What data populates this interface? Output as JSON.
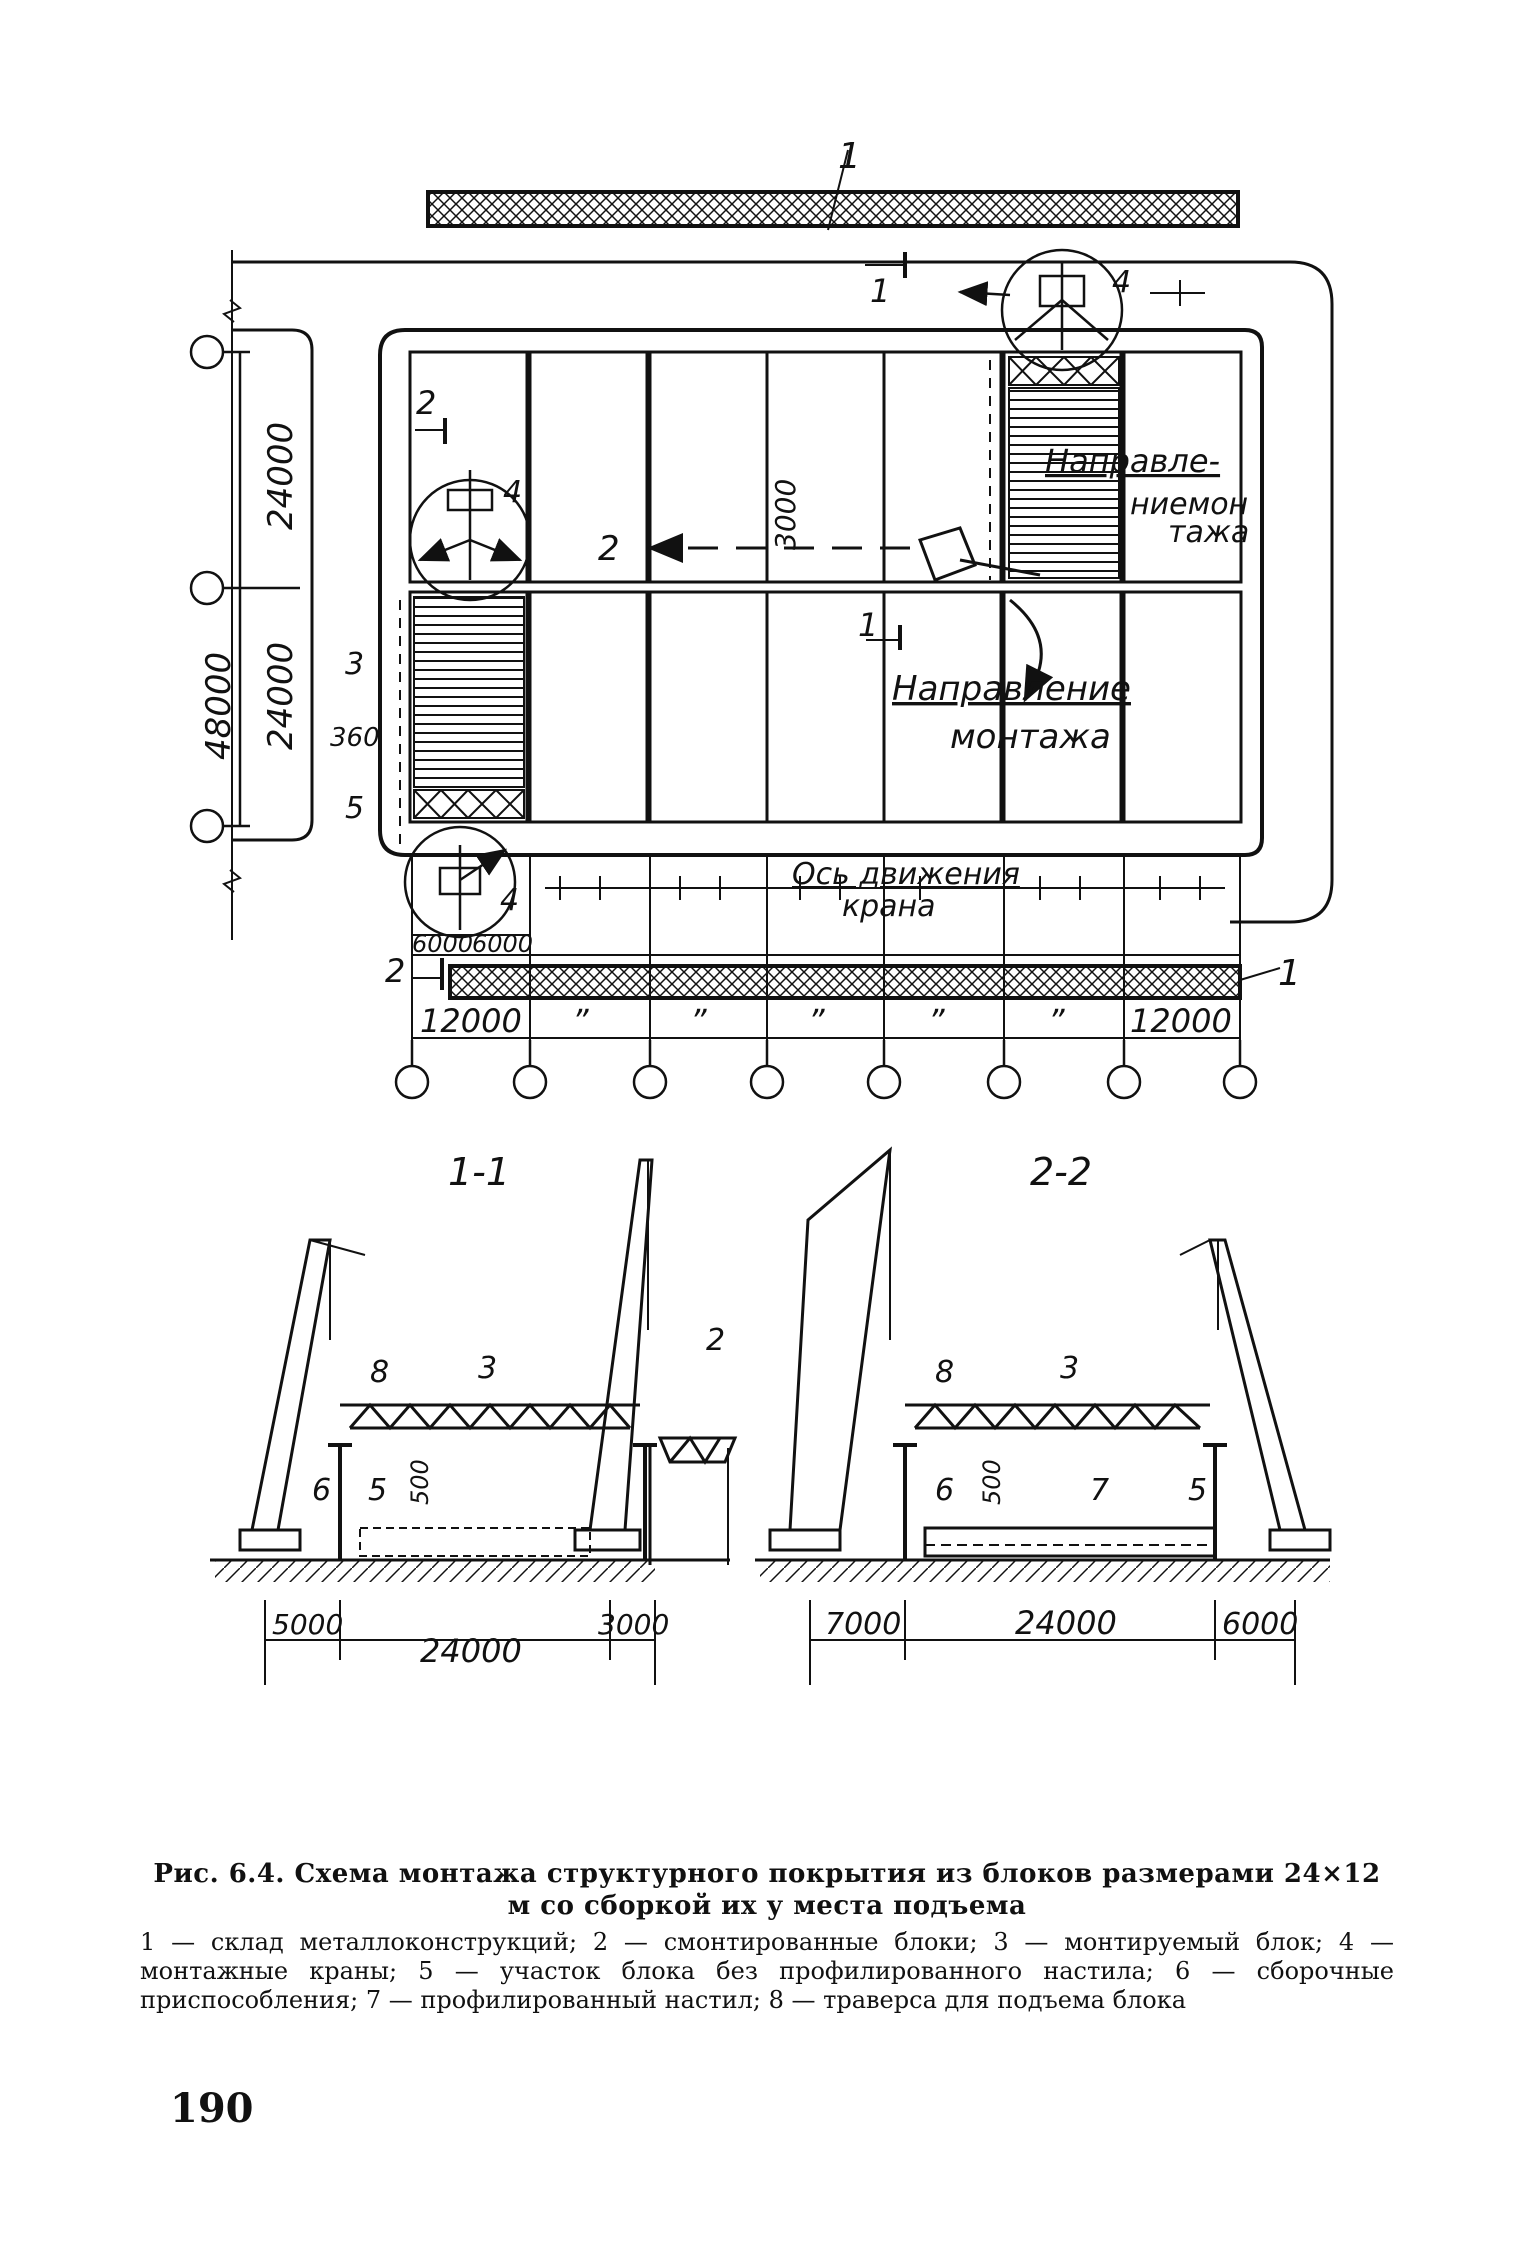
{
  "plan": {
    "grid_dims": {
      "left_top": "24000",
      "left_bottom": "24000",
      "left_total": "48000",
      "bay_end_left": "12000",
      "bay_end_right": "12000",
      "bay_ditto": "”",
      "step_a": "6000",
      "step_b": "6000",
      "offset_3000": "3000",
      "offset_360": "360"
    },
    "labels": {
      "store": "1",
      "mounted": "2",
      "block": "3",
      "crane": "4",
      "part": "5",
      "sec1": "1",
      "sec2": "2"
    },
    "direction_1_a": "Направле-",
    "direction_1_b": "ниемон",
    "direction_1_c": "тажа",
    "direction_2_a": "Направление",
    "direction_2_b": "монтажа",
    "crane_axis_a": "Ось движения",
    "crane_axis_b": "крана"
  },
  "section_1": {
    "title": "1-1",
    "dim_left": "5000",
    "dim_mid": "24000",
    "dim_right": "3000",
    "h500": "500",
    "l8": "8",
    "l3": "3",
    "l2": "2",
    "l6": "6",
    "l5": "5"
  },
  "section_2": {
    "title": "2-2",
    "dim_left": "7000",
    "dim_mid": "24000",
    "dim_right": "6000",
    "h500": "500",
    "l8": "8",
    "l3": "3",
    "l6": "6",
    "l7": "7",
    "l5": "5"
  },
  "caption": {
    "title": "Рис. 6.4. Схема монтажа структурного покрытия из блоков размерами 24×12 м со сборкой их у места подъема",
    "legend": "1 — склад металлоконструкций; 2 — смонтированные блоки; 3 — монтируемый блок; 4 — монтажные краны; 5 — участок блока без профилированного настила; 6 — сборочные приспособления; 7 — профилированный настил; 8 — траверса для подъема блока"
  },
  "page_number": "190"
}
